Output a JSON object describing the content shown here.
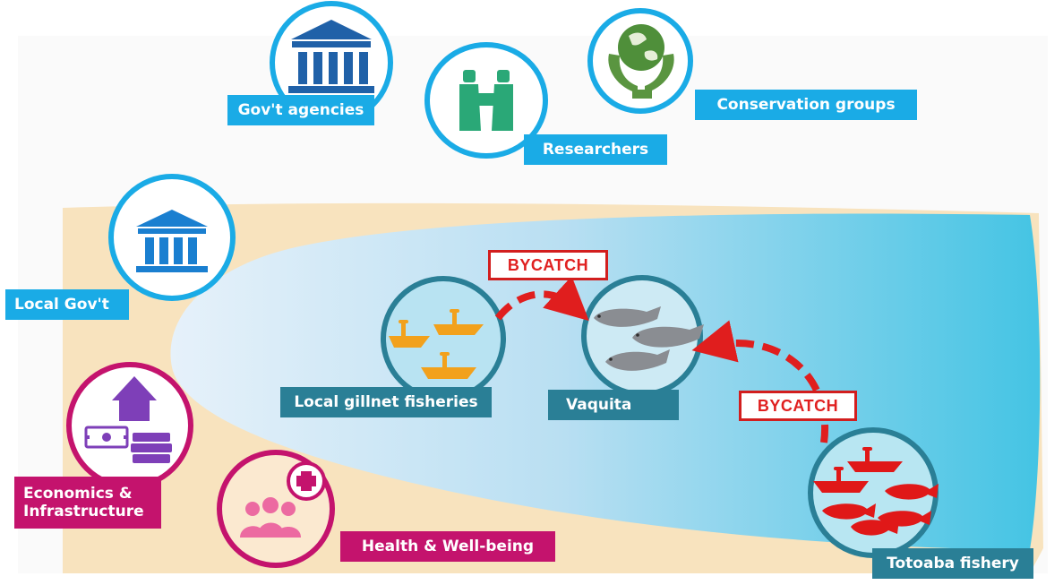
{
  "stakeholders": {
    "govt_agencies": "Gov't agencies",
    "researchers": "Researchers",
    "conservation_groups": "Conservation groups",
    "local_govt": "Local Gov't",
    "economics": [
      "Economics &",
      "Infrastructure"
    ],
    "health": "Health & Well-being"
  },
  "nodes": {
    "gillnet": "Local gillnet fisheries",
    "vaquita": "Vaquita",
    "totoaba": "Totoaba fishery"
  },
  "edges": {
    "bycatch_gillnet": "BYCATCH",
    "bycatch_totoaba": "BYCATCH"
  },
  "colors": {
    "blue": "#1aabe6",
    "teal": "#2a7f96",
    "magenta": "#c4136d",
    "red": "#e01e1e",
    "sand": "#f8e3be",
    "sea": "#4ec6e4"
  }
}
